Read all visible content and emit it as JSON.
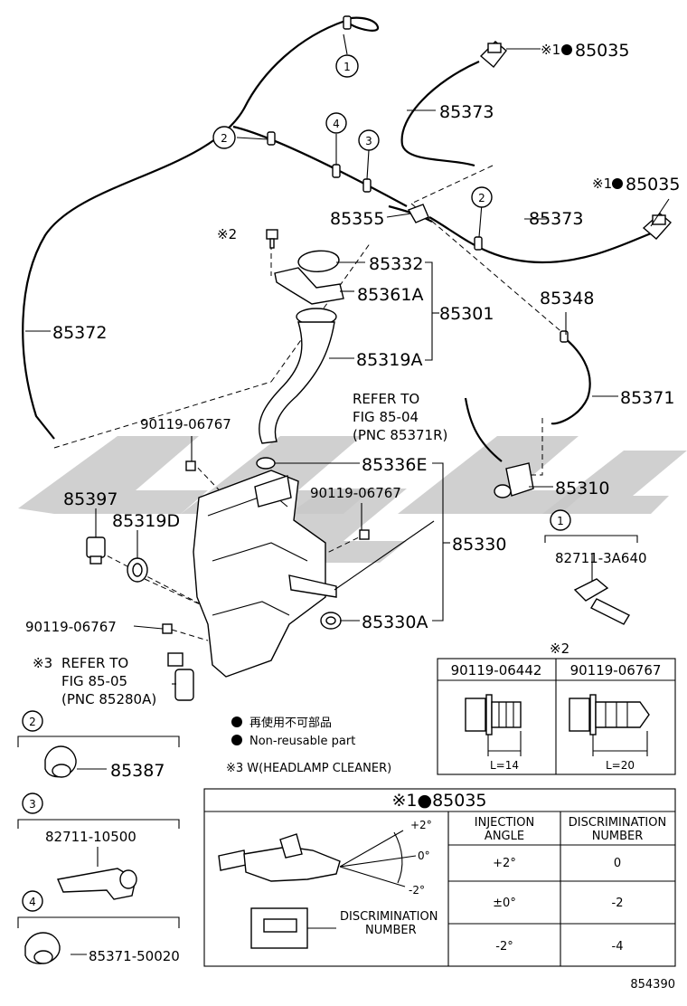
{
  "labels": {
    "p85035_top": "85035",
    "p85035_right": "85035",
    "p85373_top": "85373",
    "p85373_mid": "85373",
    "p85355": "85355",
    "p85332": "85332",
    "p85361A": "85361A",
    "p85301": "85301",
    "p85348": "85348",
    "p85372": "85372",
    "p85319A": "85319A",
    "p85371": "85371",
    "p85336E": "85336E",
    "p85310": "85310",
    "p85397": "85397",
    "p85319D": "85319D",
    "p85330": "85330",
    "p85330A": "85330A",
    "bolt_a": "90119-06767",
    "bolt_b": "90119-06767",
    "bolt_c": "90119-06767",
    "p85387": "85387",
    "p82711_10500": "82711-10500",
    "p85371_50020": "85371-50020",
    "p82711_3A640": "82711-3A640",
    "mark_star1": "※1",
    "mark_star2": "※2",
    "mark_star3": "※3",
    "circle_1": "1",
    "circle_2": "2",
    "circle_3": "3",
    "circle_4": "4"
  },
  "refers": {
    "fig8504_l1": "REFER TO",
    "fig8504_l2": "FIG 85-04",
    "fig8504_l3": "(PNC 85371R)",
    "fig8505_l1": "REFER TO",
    "fig8505_l2": "FIG 85-05",
    "fig8505_l3": "(PNC 85280A)"
  },
  "legend": {
    "nonreuse_jp": "再使用不可部品",
    "nonreuse_en": "Non-reusable part",
    "note3": "※3 W(HEADLAMP CLEANER)"
  },
  "bolt_table": {
    "marker": "※2",
    "col1": "90119-06442",
    "col2": "90119-06767",
    "len1": "L=14",
    "len2": "L=20"
  },
  "nozzle_table": {
    "header": "※1●85035",
    "col_angle": [
      "INJECTION",
      "ANGLE"
    ],
    "col_disc": [
      "DISCRIMINATION",
      "NUMBER"
    ],
    "rows": [
      {
        "angle": "+2°",
        "num": "0"
      },
      {
        "angle": "±0°",
        "num": "-2"
      },
      {
        "angle": "-2°",
        "num": "-4"
      }
    ],
    "angle_top": "+2°",
    "angle_mid": "0°",
    "angle_bot": "-2°",
    "disc_l1": "DISCRIMINATION",
    "disc_l2": "NUMBER"
  },
  "figure_id": "854390",
  "colors": {
    "watermark": "#c8c8c8",
    "ink": "#000000"
  }
}
